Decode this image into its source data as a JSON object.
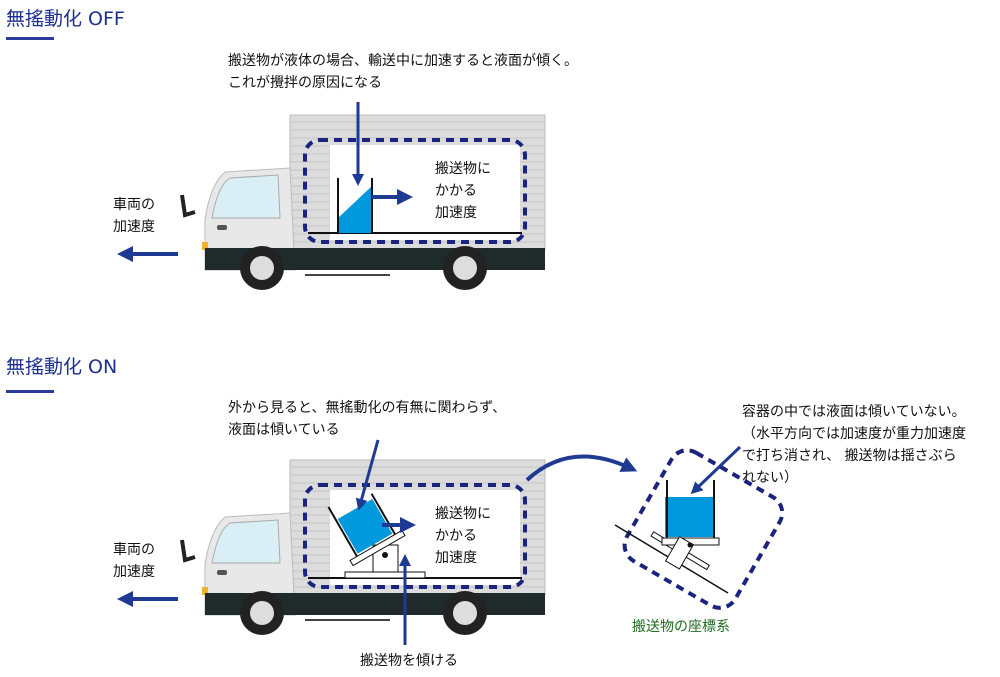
{
  "colors": {
    "title": "#1d2f8f",
    "dashed": "#1a237e",
    "liquid": "#0099dd",
    "arrow": "#1f3a93",
    "label_green": "#1e6b1e"
  },
  "off": {
    "title": "無搖動化 OFF",
    "annotation": [
      "搬送物が液体の場合、輸送中に加速すると液面が傾く。",
      "これが攪拌の原因になる"
    ],
    "cargo_accel": [
      "搬送物に",
      "かかる",
      "加速度"
    ],
    "vehicle_accel": [
      "車両の",
      "加速度"
    ]
  },
  "on": {
    "title": "無搖動化 ON",
    "annotation": [
      "外から見ると、無搖動化の有無に関わらず、",
      "液面は傾いている"
    ],
    "cargo_accel": [
      "搬送物に",
      "かかる",
      "加速度"
    ],
    "vehicle_accel": [
      "車両の",
      "加速度"
    ],
    "tilt_label": "搬送物を傾ける",
    "inside_note": [
      "容器の中では液面は傾いていない。",
      "（水平方向では加速度が重力加速度",
      "で打ち消され、 搬送物は揺さぶら",
      "れない）"
    ],
    "frame_label": "搬送物の座標系"
  }
}
